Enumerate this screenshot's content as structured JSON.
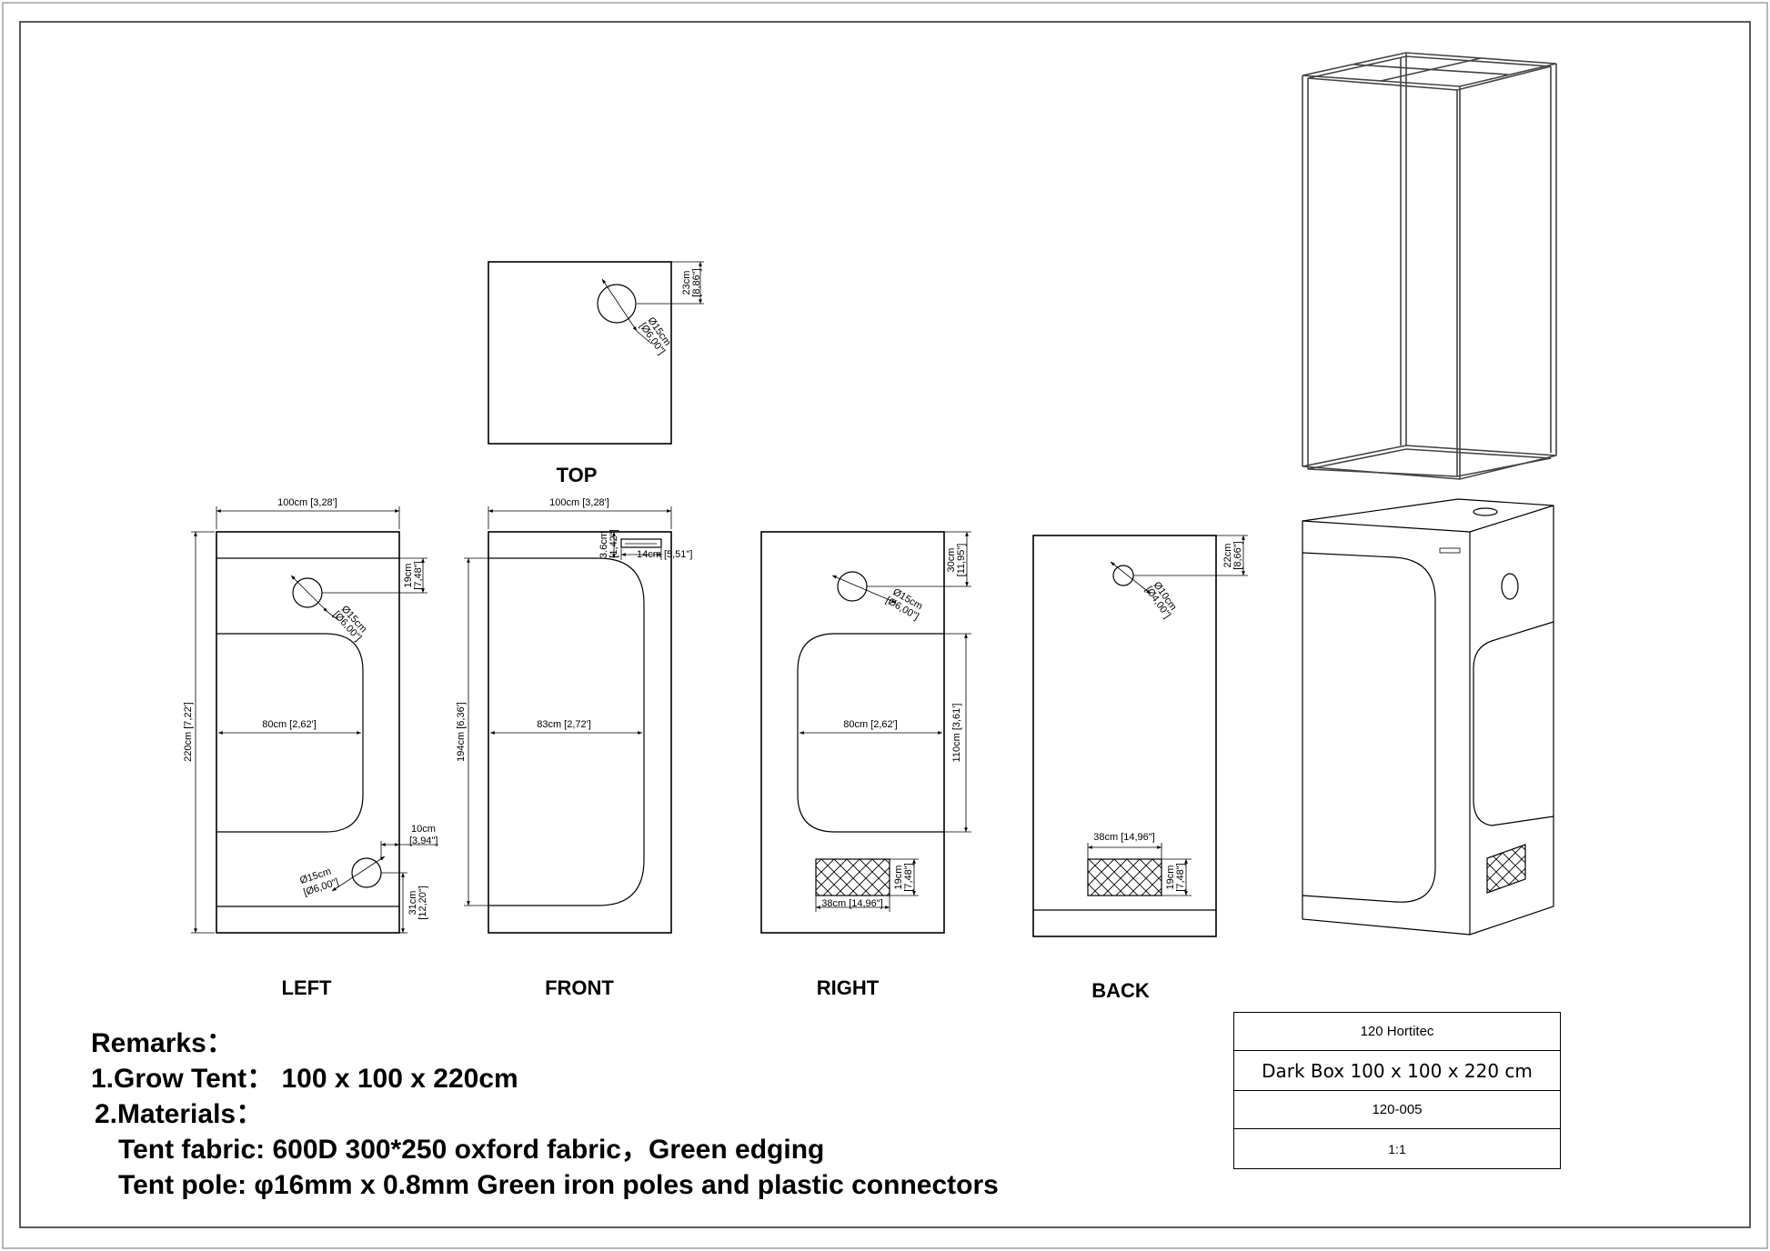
{
  "views": {
    "top": "TOP",
    "left": "LEFT",
    "front": "FRONT",
    "right": "RIGHT",
    "back": "BACK"
  },
  "top_view": {
    "dim_offset": "23cm",
    "dim_offset_in": "[8,86\"]",
    "hole_dia": "Ø15cm",
    "hole_dia_in": "[Ø6,00\"]"
  },
  "left_view": {
    "width": "100cm [3,28']",
    "height": "220cm [7,22']",
    "top_offset": "19cm",
    "top_offset_in": "[7,48\"]",
    "hole_top_dia": "Ø15cm",
    "hole_top_dia_in": "[Ø6,00\"]",
    "window_width": "80cm [2,62']",
    "side_offset": "10cm",
    "side_offset_in": "[3,94\"]",
    "hole_bottom_dia": "Ø15cm",
    "hole_bottom_dia_in": "[Ø6,00\"]",
    "bottom_offset": "31cm",
    "bottom_offset_in": "[12,20\"]"
  },
  "front_view": {
    "width": "100cm [3,28']",
    "door_height": "194cm [6,36']",
    "door_width": "83cm [2,72']",
    "top_gap": "3.6cm",
    "top_gap_in": "[1,42\"]",
    "label_width": "14cm [5,51\"]"
  },
  "right_view": {
    "top_offset": "30cm",
    "top_offset_in": "[11,95\"]",
    "hole_dia": "Ø15cm",
    "hole_dia_in": "[Ø6,00\"]",
    "window_width": "80cm [2,62']",
    "window_height": "110cm [3,61']",
    "vent_height": "19cm",
    "vent_height_in": "[7,48\"]",
    "vent_width": "38cm [14,96\"]"
  },
  "back_view": {
    "top_offset": "22cm",
    "top_offset_in": "[8,66\"]",
    "hole_dia": "Ø10cm",
    "hole_dia_in": "[Ø4,00\"]",
    "vent_width": "38cm [14,96\"]",
    "vent_height": "19cm",
    "vent_height_in": "[7,48\"]"
  },
  "remarks": {
    "heading": "Remarks：",
    "line1": "1.Grow Tent：  100 x 100 x 220cm",
    "line2": "2.Materials：",
    "line3": "Tent fabric: 600D 300*250 oxford fabric，Green edging",
    "line4": "Tent pole: φ16mm x 0.8mm Green iron poles and plastic connectors"
  },
  "title_block": {
    "company": "120 Hortitec",
    "product": "Dark Box 100 x 100 x 220 cm",
    "code": "120-005",
    "scale": "1:1"
  }
}
